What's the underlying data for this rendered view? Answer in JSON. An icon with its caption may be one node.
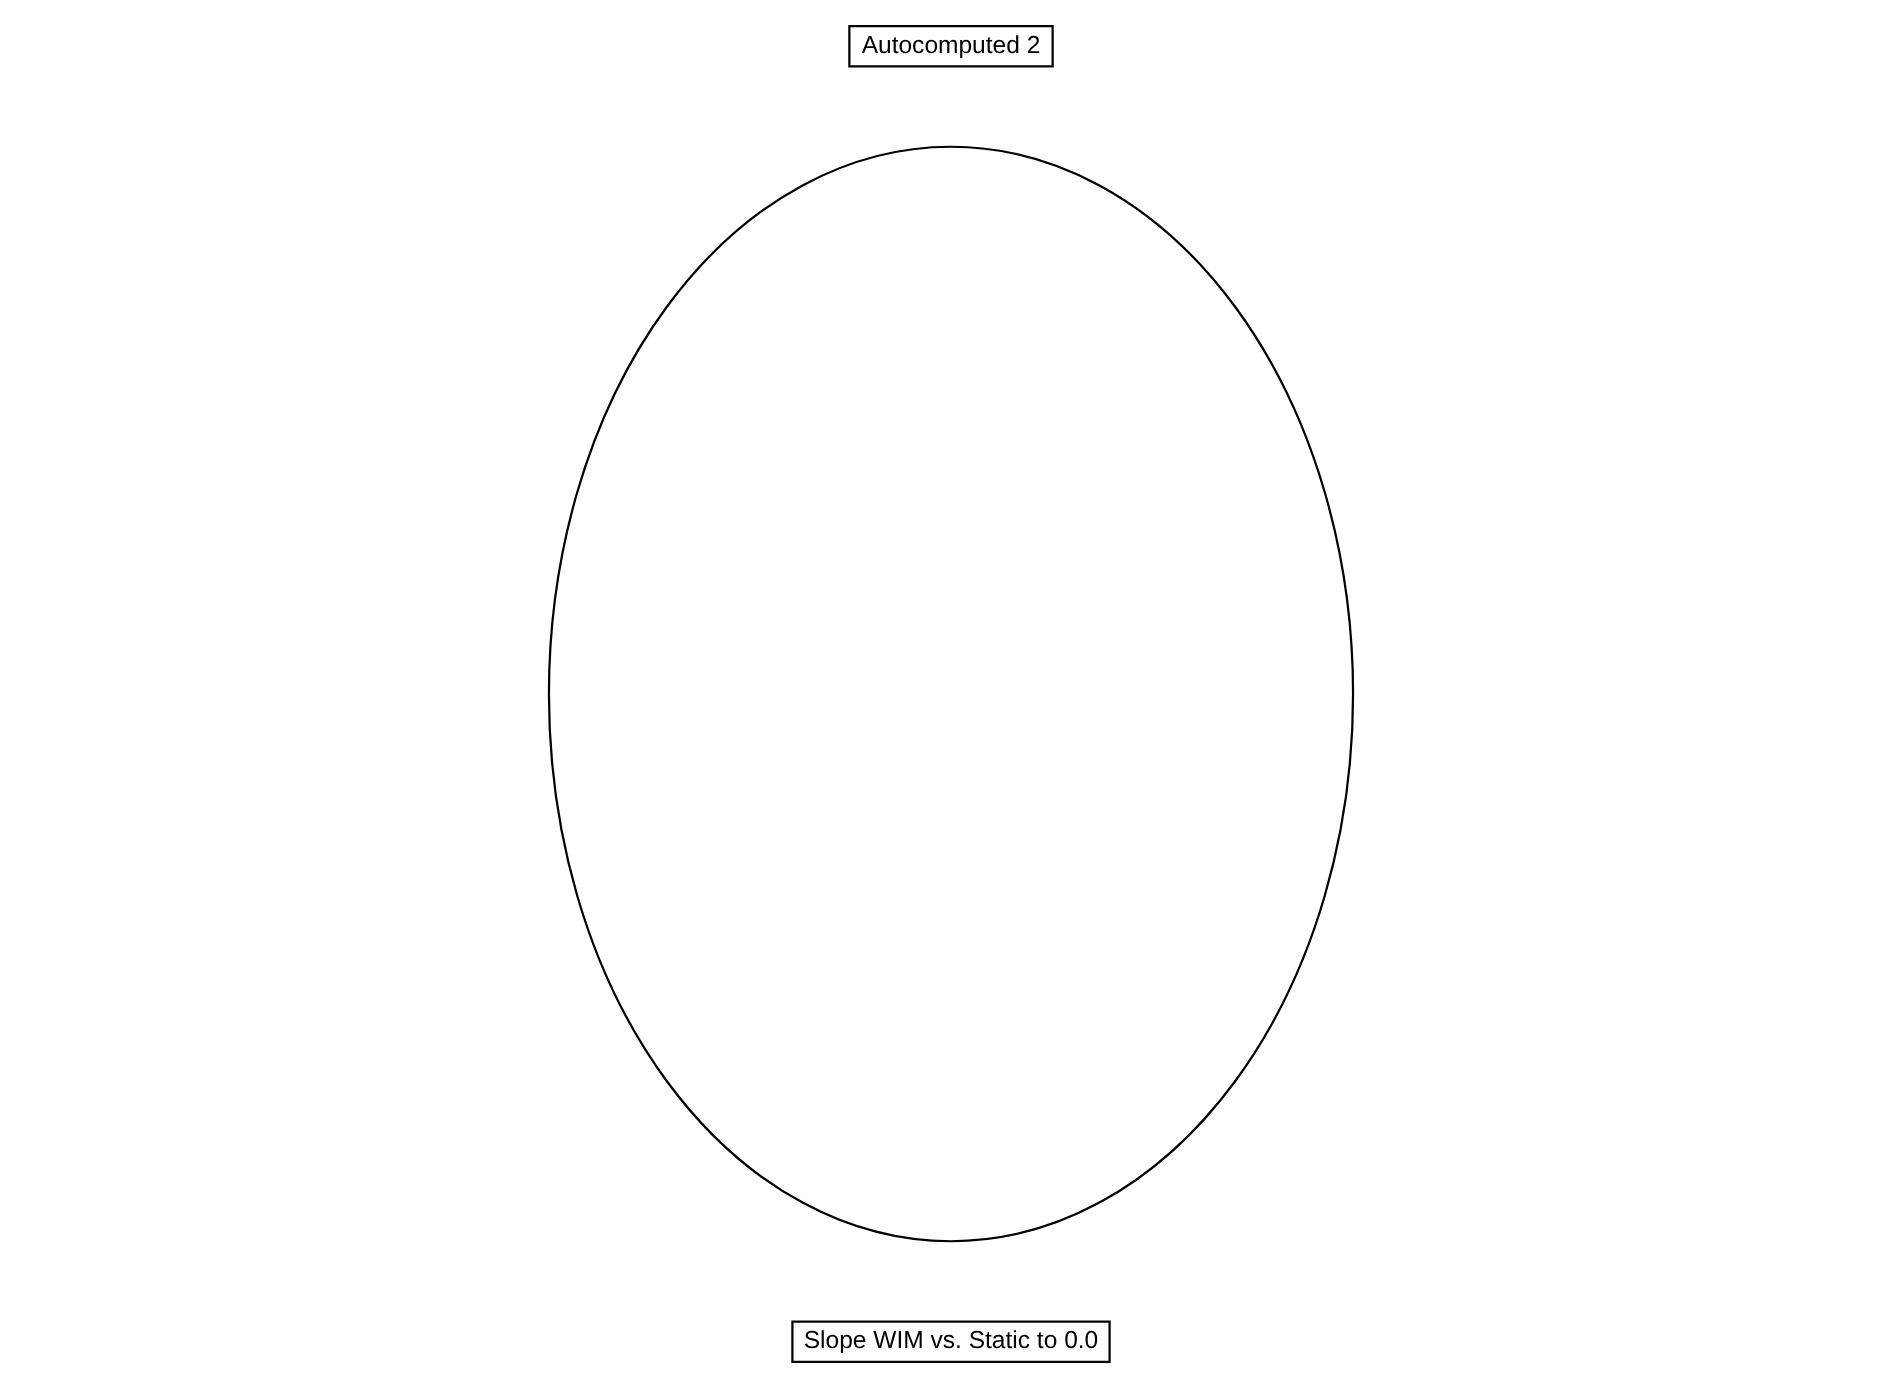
{
  "diagram": {
    "nodes": [
      {
        "text": [
          "Autocomputed 2"
        ]
      },
      {
        "text": [],
        "shape": "ellipse"
      },
      {
        "text": [
          "Slope WIM vs. Static to 0.0"
        ]
      }
    ]
  }
}
